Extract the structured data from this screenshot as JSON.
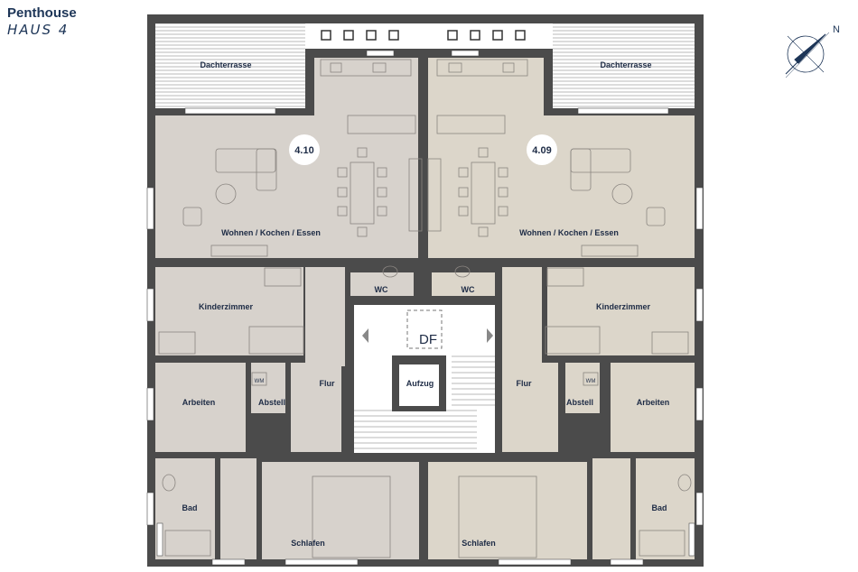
{
  "title": "Penthouse",
  "subtitle": "HAUS 4",
  "compass": {
    "north": "N"
  },
  "units": {
    "left": "4.10",
    "right": "4.09"
  },
  "rooms": {
    "terrace_left": "Dachterrasse",
    "terrace_right": "Dachterrasse",
    "living_left": "Wohnen / Kochen / Essen",
    "living_right": "Wohnen / Kochen / Essen",
    "wc_left": "WC",
    "wc_right": "WC",
    "kids_left": "Kinderzimmer",
    "kids_right": "Kinderzimmer",
    "stair": "DF",
    "lift": "Aufzug",
    "hall_left": "Flur",
    "hall_right": "Flur",
    "work_left": "Arbeiten",
    "work_right": "Arbeiten",
    "storage_left": "Abstell",
    "storage_right": "Abstell",
    "wm_left": "WM",
    "wm_right": "WM",
    "bath_left": "Bad",
    "bath_right": "Bad",
    "bed_left": "Schlafen",
    "bed_right": "Schlafen"
  },
  "colors": {
    "wall": "#4b4b4b",
    "floor_left": "#d7d2cc",
    "floor_right": "#dcd6ca",
    "terrace": "#ffffff",
    "text": "#1d2b45"
  }
}
